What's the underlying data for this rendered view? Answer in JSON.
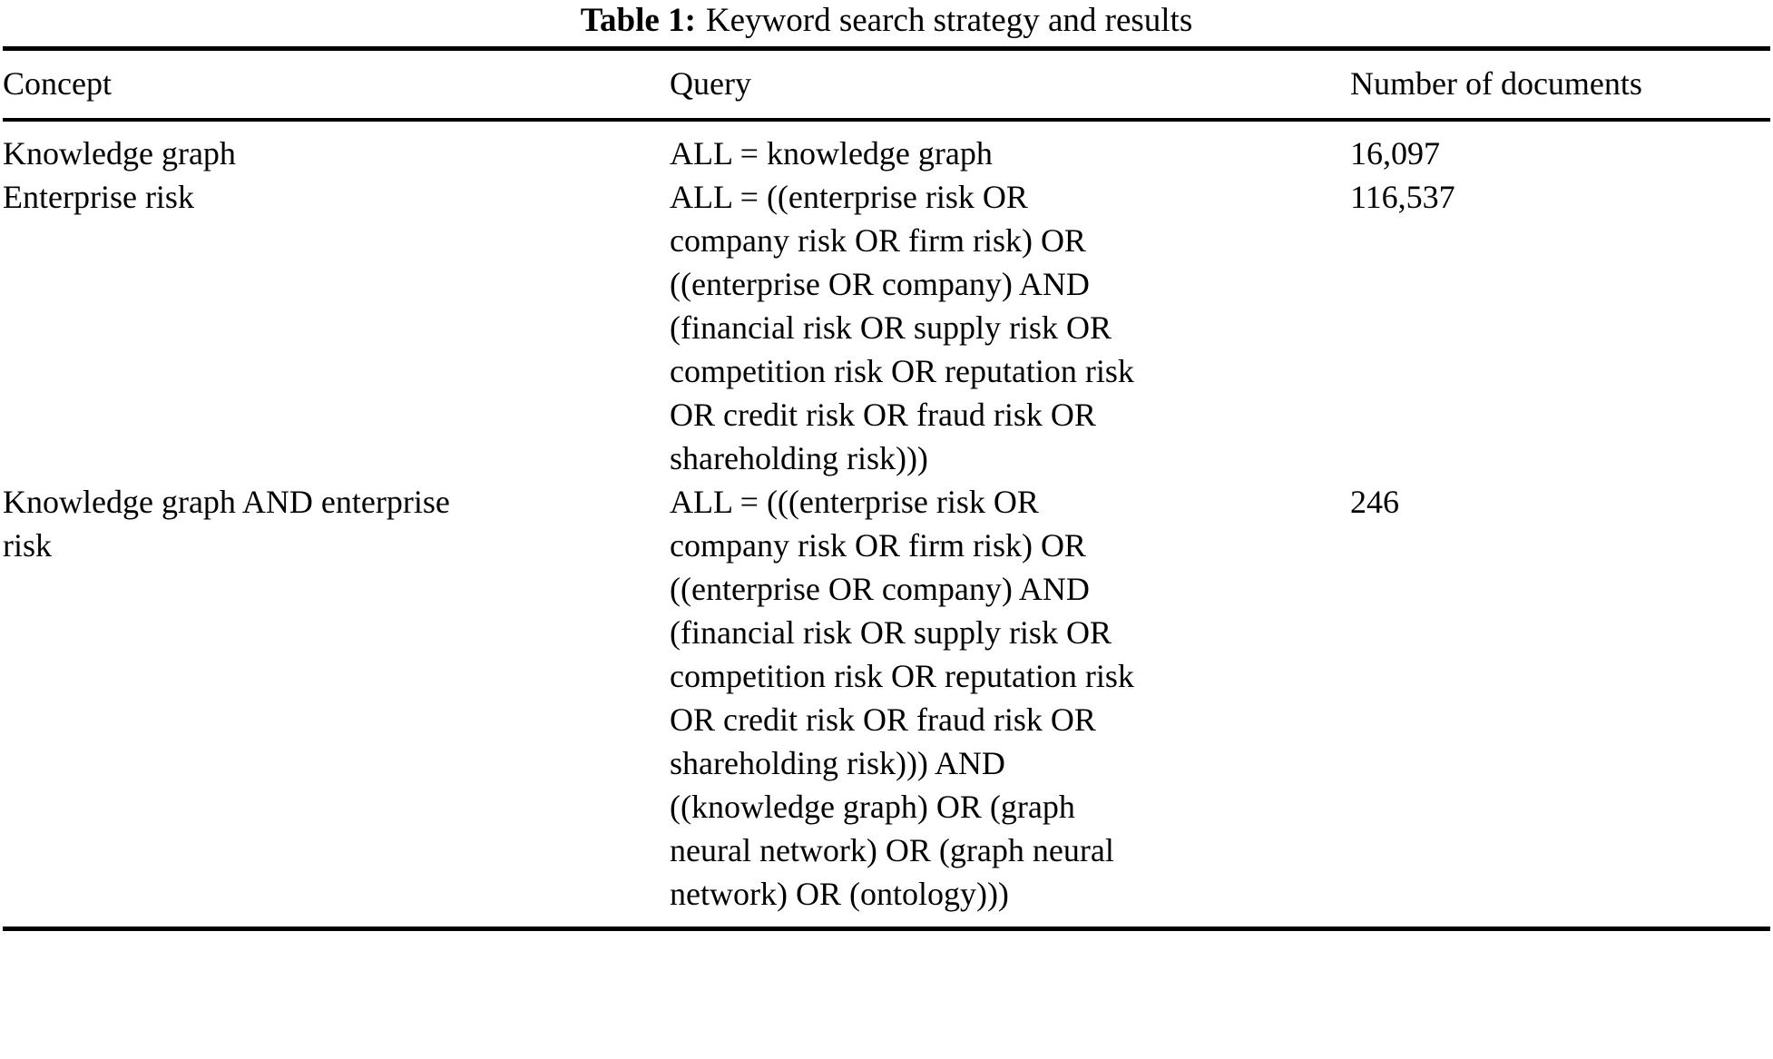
{
  "caption": {
    "label": "Table 1:",
    "text": "Keyword search strategy and results"
  },
  "table": {
    "columns": [
      {
        "key": "concept",
        "header": "Concept"
      },
      {
        "key": "query",
        "header": "Query"
      },
      {
        "key": "documents",
        "header": "Number of documents"
      }
    ],
    "rows": [
      {
        "concept_lines": [
          "Knowledge graph"
        ],
        "query_lines": [
          "ALL = knowledge graph"
        ],
        "documents": "16,097"
      },
      {
        "concept_lines": [
          "Enterprise risk"
        ],
        "query_lines": [
          "ALL = ((enterprise risk OR",
          "company risk OR firm risk) OR",
          "((enterprise OR company) AND",
          "(financial risk OR supply risk OR",
          "competition risk OR reputation risk",
          "OR credit risk OR fraud risk OR",
          "shareholding risk)))"
        ],
        "documents": "116,537"
      },
      {
        "concept_lines": [
          "Knowledge graph AND enterprise",
          "risk"
        ],
        "query_lines": [
          "ALL = (((enterprise risk OR",
          "company risk OR firm risk) OR",
          "((enterprise OR company) AND",
          "(financial risk OR supply risk OR",
          "competition risk OR reputation risk",
          "OR credit risk OR fraud risk OR",
          "shareholding risk))) AND",
          "((knowledge graph) OR (graph",
          "neural network) OR (graph neural",
          "network) OR (ontology)))"
        ],
        "documents": "246"
      }
    ]
  },
  "colors": {
    "text": "#000000",
    "rule": "#000000",
    "background": "#ffffff"
  }
}
